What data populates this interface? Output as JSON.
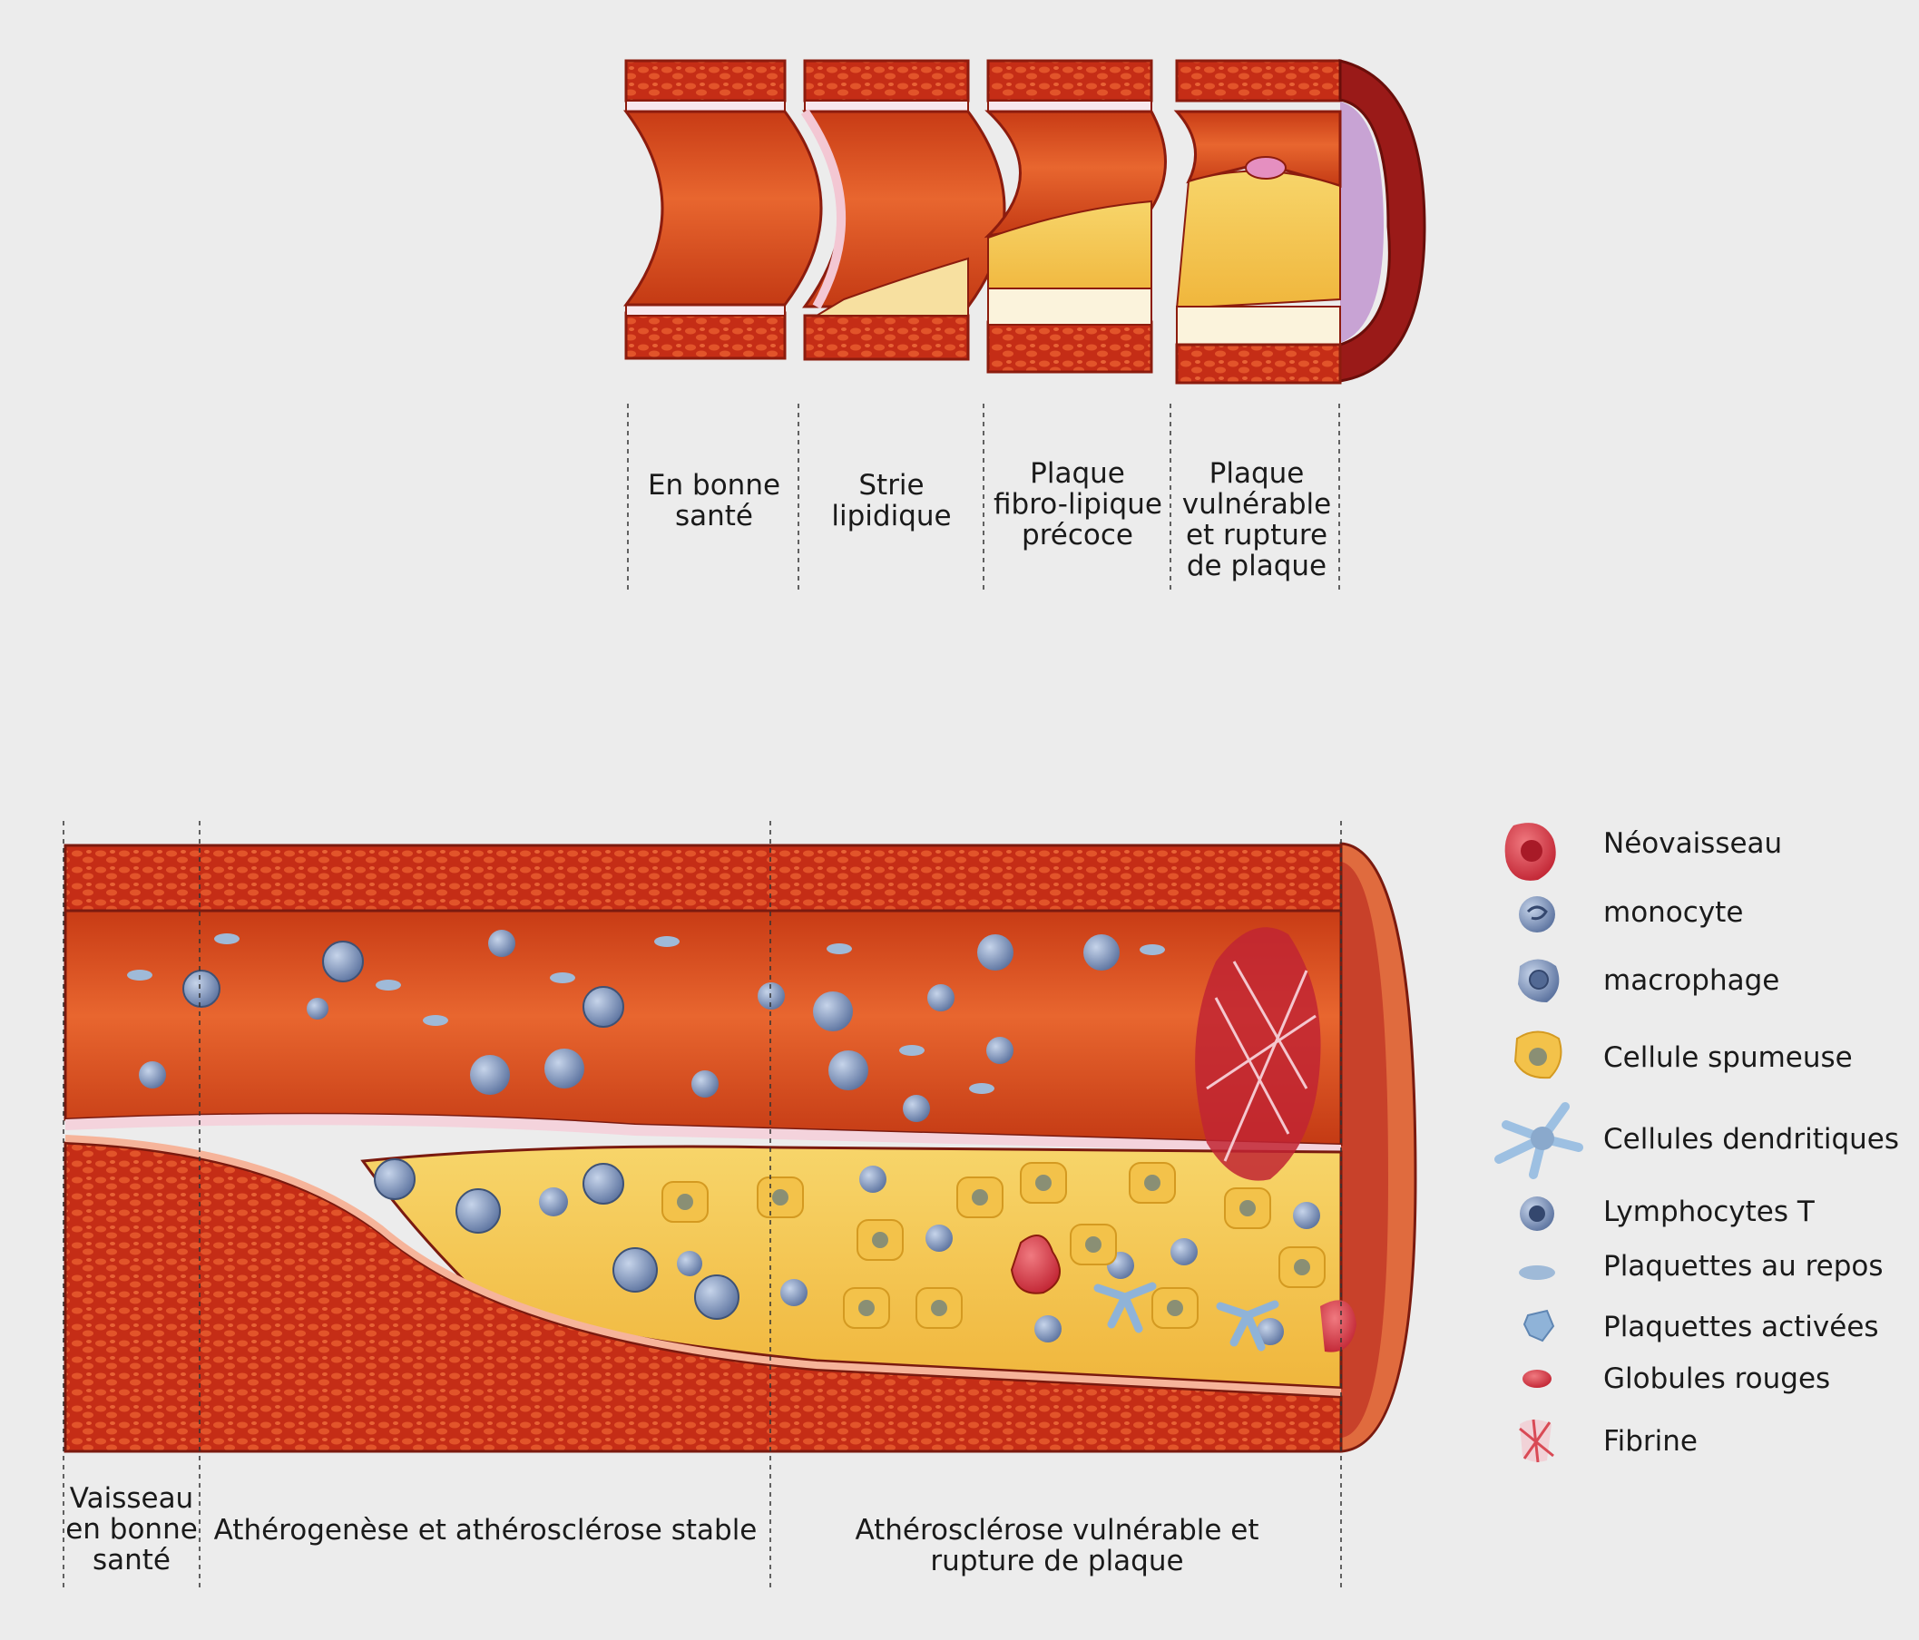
{
  "top_stages": [
    {
      "lines": [
        "En bonne",
        "santé"
      ]
    },
    {
      "lines": [
        "Strie",
        "lipidique"
      ]
    },
    {
      "lines": [
        "Plaque",
        "fibro-lipique",
        "précoce"
      ]
    },
    {
      "lines": [
        "Plaque",
        "vulnérable",
        "et rupture",
        "de plaque"
      ]
    }
  ],
  "bottom_stages": [
    {
      "lines": [
        "Vaisseau",
        "en bonne",
        "santé"
      ]
    },
    {
      "lines": [
        "Athérogenèse et athérosclérose stable"
      ]
    },
    {
      "lines": [
        "Athérosclérose vulnérable et",
        "rupture de plaque"
      ]
    }
  ],
  "legend": [
    {
      "label": "Néovaisseau",
      "icon": "neovessel-icon",
      "color": "#d6394a"
    },
    {
      "label": "monocyte",
      "icon": "monocyte-icon",
      "color": "#6f86ad"
    },
    {
      "label": "macrophage",
      "icon": "macrophage-icon",
      "color": "#8aa2c6"
    },
    {
      "label": "Cellule spumeuse",
      "icon": "foam-cell-icon",
      "color": "#f0c24d"
    },
    {
      "label": "Cellules dendritiques",
      "icon": "dendritic-cell-icon",
      "color": "#9dc0e2"
    },
    {
      "label": "Lymphocytes T",
      "icon": "t-lymphocyte-icon",
      "color": "#5b74a3"
    },
    {
      "label": "Plaquettes au repos",
      "icon": "resting-platelet-icon",
      "color": "#9fbad8"
    },
    {
      "label": "Plaquettes activées",
      "icon": "activated-platelet-icon",
      "color": "#8fb3d8"
    },
    {
      "label": "Globules rouges",
      "icon": "red-blood-cell-icon",
      "color": "#d8353c"
    },
    {
      "label": "Fibrine",
      "icon": "fibrin-icon",
      "color": "#d94a55"
    }
  ],
  "colors": {
    "vessel_wall": "#d73a1f",
    "vessel_lumen": "#e0561f",
    "intima": "#f4d3dc",
    "plaque": "#f5c64a",
    "background": "#ececec"
  }
}
